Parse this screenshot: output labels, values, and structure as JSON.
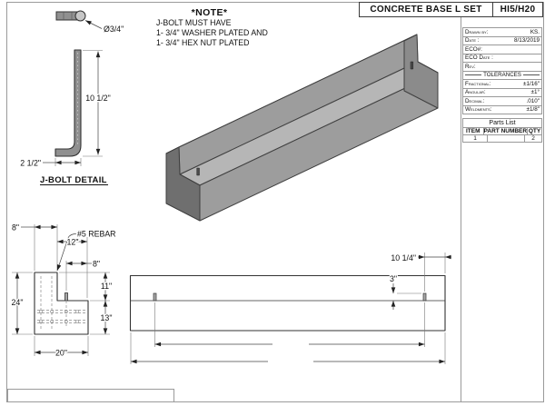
{
  "sheet": {
    "title": "CONCRETE BASE L SET",
    "code": "HI5/H20"
  },
  "note": {
    "heading": "*NOTE*",
    "lines": [
      "J-BOLT MUST HAVE",
      "1- 3/4\" WASHER PLATED AND",
      "1- 3/4\" HEX NUT PLATED"
    ]
  },
  "jbolt": {
    "label": "J-BOLT DETAIL",
    "dims": {
      "diameter": "Ø3/4\"",
      "height": "10 1/2\"",
      "foot": "2 1/2\""
    }
  },
  "section": {
    "dims": {
      "wall": "8\"",
      "rebar": "#5 REBAR",
      "offset": "12\"",
      "bolt": "8\"",
      "total": "24\"",
      "upper": "11\"",
      "lower": "13\"",
      "width": "20\""
    }
  },
  "side": {
    "dims": {
      "end": "10 1/4\"",
      "bolt_h": "3\""
    }
  },
  "title_block": {
    "rows": [
      {
        "label": "Drawn by:",
        "value": "KS."
      },
      {
        "label": "Date :",
        "value": "8/13/2019"
      },
      {
        "label": "ECO#:",
        "value": ""
      },
      {
        "label": "ECO Date :",
        "value": ""
      },
      {
        "label": "Rev:",
        "value": ""
      }
    ],
    "tolerances_heading": "TOLERANCES",
    "tolerance_rows": [
      {
        "label": "Fractional:",
        "value": "±1/16\""
      },
      {
        "label": "Angular:",
        "value": "±1°"
      },
      {
        "label": "Decimal:",
        "value": ".010\""
      },
      {
        "label": "Weldments:",
        "value": "±1/8\""
      }
    ]
  },
  "parts_list": {
    "title": "Parts List",
    "columns": [
      "ITEM",
      "PART NUMBER",
      "QTY"
    ],
    "rows": [
      [
        "1",
        "",
        "2"
      ]
    ]
  }
}
